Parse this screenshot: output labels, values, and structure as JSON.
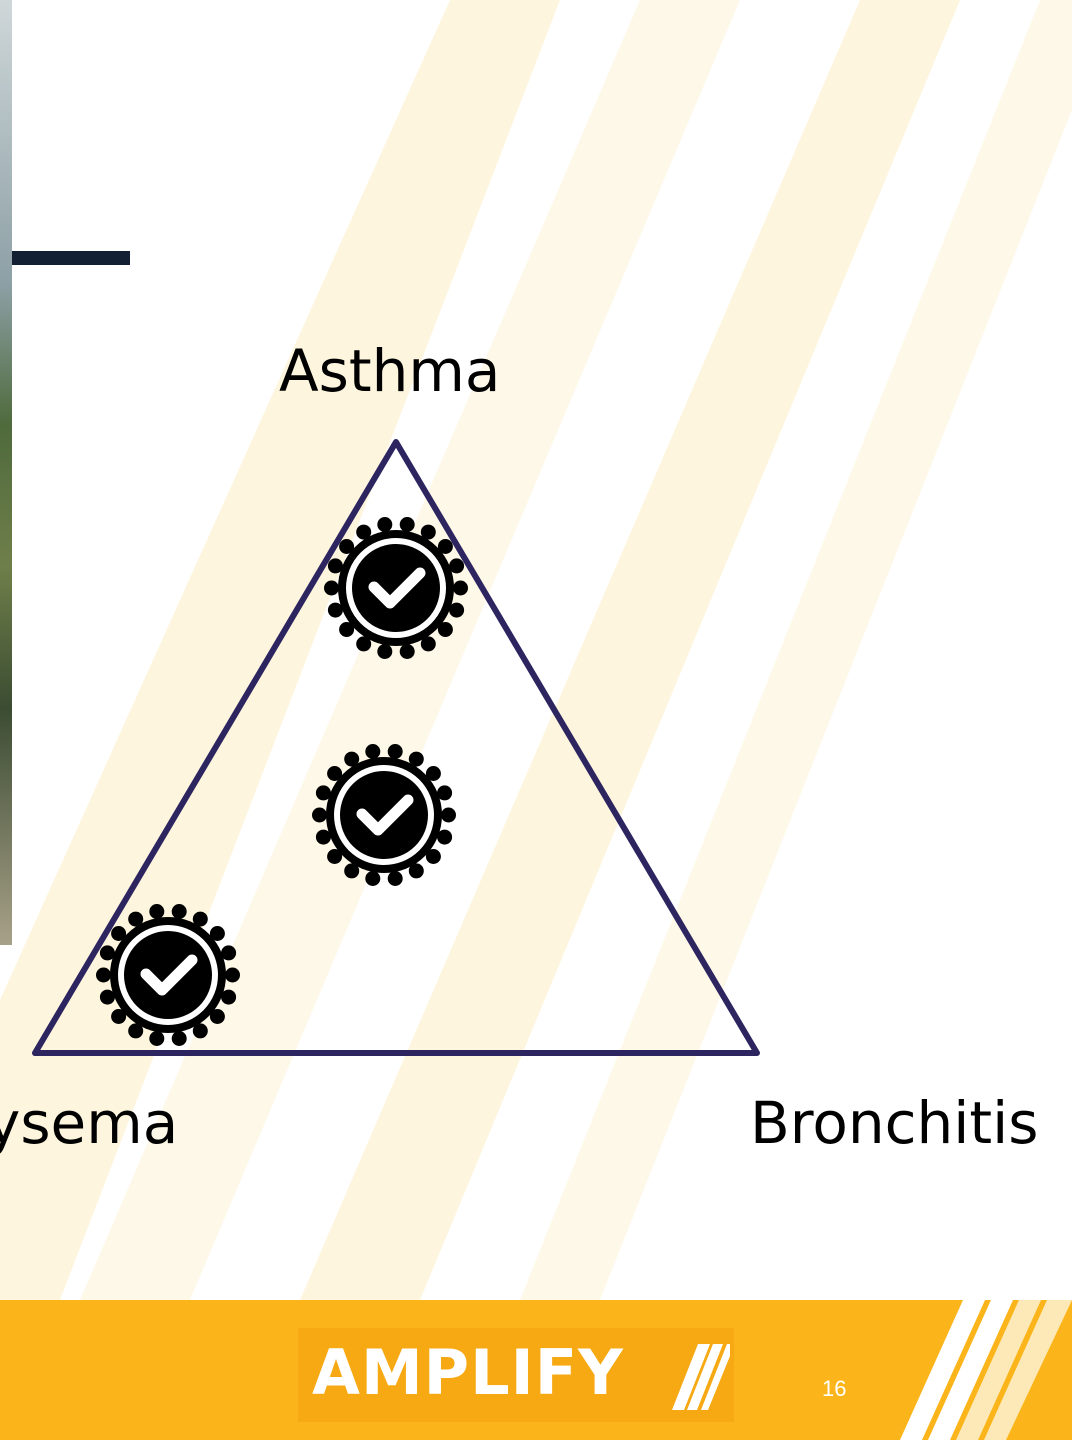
{
  "slide": {
    "labels": {
      "top": "Asthma",
      "bottom_left": "ysema",
      "bottom_right": "Bronchitis"
    },
    "badges": [
      {
        "name": "check-badge-icon",
        "location": "near-asthma-vertex"
      },
      {
        "name": "check-badge-icon",
        "location": "center"
      },
      {
        "name": "check-badge-icon",
        "location": "near-emphysema-vertex"
      }
    ],
    "colors": {
      "triangle": "#2d2560",
      "badge": "#000000",
      "accent": "#fbb51a",
      "stripe": "#fdf5dd",
      "header_bar": "#132033"
    }
  },
  "footer": {
    "logo": "AMPLIFY",
    "page_number": "16"
  }
}
